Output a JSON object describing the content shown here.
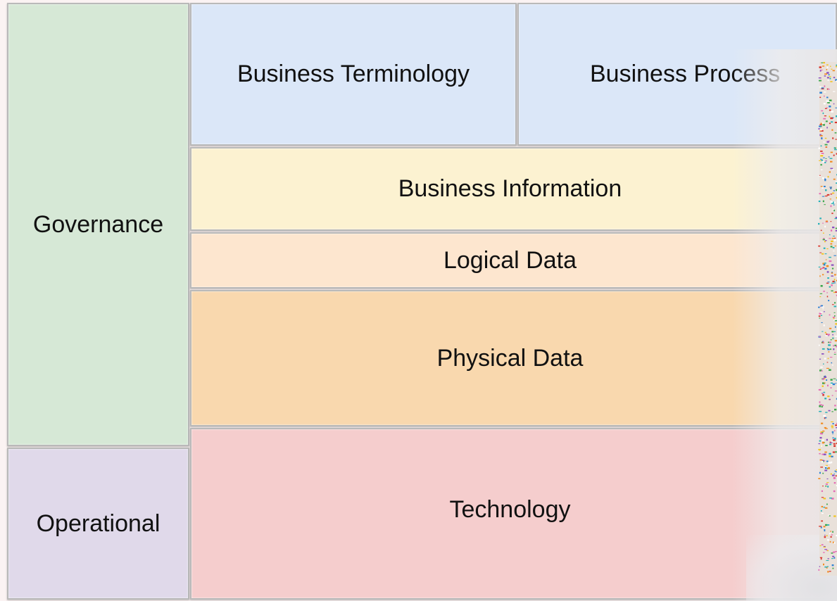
{
  "blocks": {
    "governance": "Governance",
    "operational": "Operational",
    "business_terminology": "Business Terminology",
    "business_process": "Business Process",
    "business_information": "Business Information",
    "logical_data": "Logical Data",
    "physical_data": "Physical Data",
    "technology": "Technology"
  },
  "colors": {
    "governance": "#d6e8d6",
    "operational": "#e0d9ea",
    "business": "#dbe7f8",
    "information": "#fcf2d1",
    "logical": "#fde6cf",
    "physical": "#f9d8ae",
    "technology": "#f5cdcd"
  }
}
